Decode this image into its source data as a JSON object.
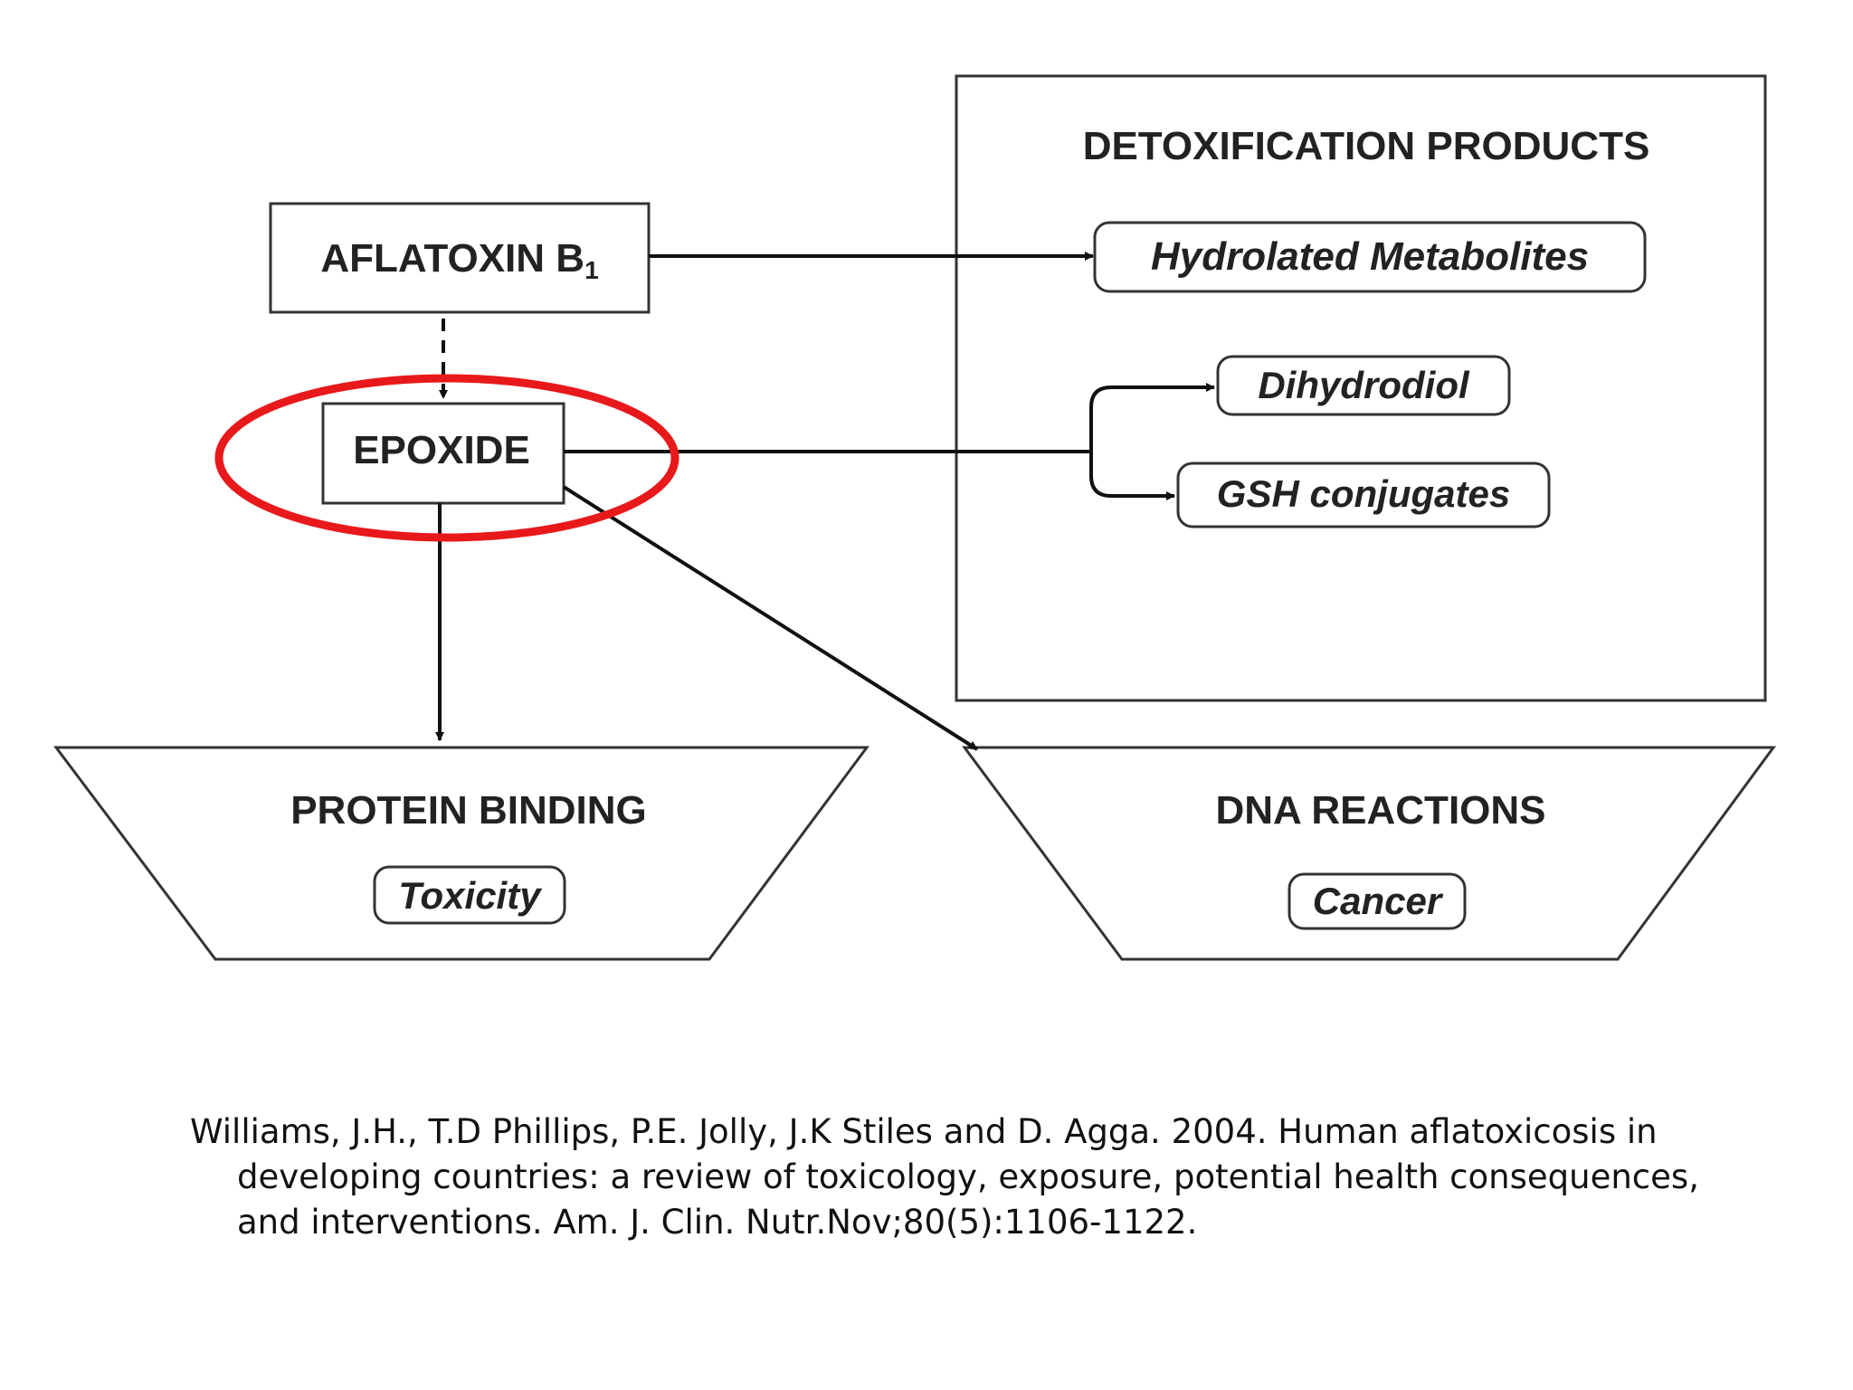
{
  "nodes": {
    "aflatoxin": {
      "label": "AFLATOXIN B",
      "subscript": "1"
    },
    "epoxide": {
      "label": "EPOXIDE"
    },
    "detox": {
      "title": "DETOXIFICATION PRODUCTS",
      "hydrolated": "Hydrolated Metabolites",
      "dihydrodiol": "Dihydrodiol",
      "gsh": "GSH conjugates"
    },
    "protein": {
      "title": "PROTEIN BINDING",
      "outcome": "Toxicity"
    },
    "dna": {
      "title": "DNA REACTIONS",
      "outcome": "Cancer"
    }
  },
  "highlight": {
    "shape": "ellipse",
    "target": "epoxide",
    "color": "#e8191b"
  },
  "citation": "Williams, J.H., T.D Phillips, P.E. Jolly, J.K Stiles and D. Agga. 2004. Human aflatoxicosis in developing countries: a review of toxicology, exposure, potential health consequences, and interventions. Am. J. Clin. Nutr.Nov;80(5):1106-1122."
}
